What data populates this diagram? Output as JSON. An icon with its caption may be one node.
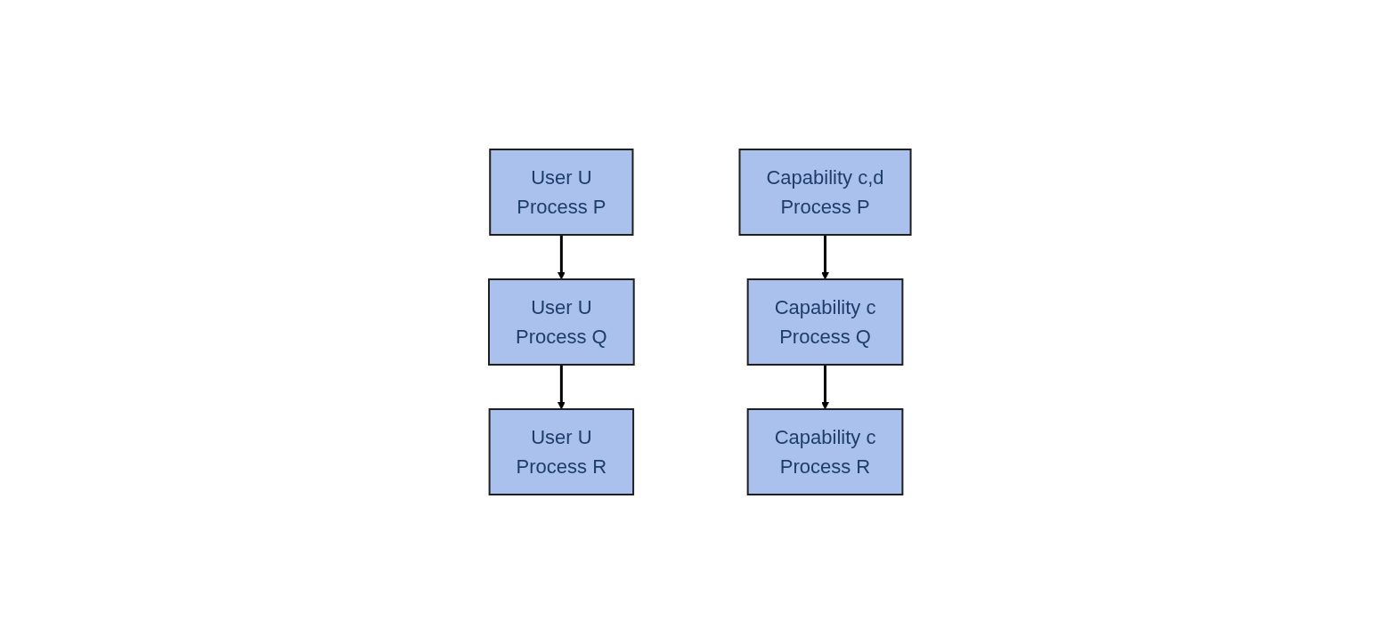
{
  "diagram": {
    "nodes": [
      {
        "text": [
          "User U",
          "Process P"
        ]
      },
      {
        "text": [
          "User U",
          "Process Q"
        ]
      },
      {
        "text": [
          "User U",
          "Process R"
        ]
      },
      {
        "text": [
          "Capability c,d",
          "Process P"
        ]
      },
      {
        "text": [
          "Capability c",
          "Process Q"
        ]
      },
      {
        "text": [
          "Capability c",
          "Process R"
        ]
      }
    ],
    "edges": [
      {
        "from": 0,
        "to": 1,
        "arrow": "to"
      },
      {
        "from": 1,
        "to": 2,
        "arrow": "to"
      },
      {
        "from": 3,
        "to": 4,
        "arrow": "to"
      },
      {
        "from": 4,
        "to": 5,
        "arrow": "to"
      }
    ]
  }
}
